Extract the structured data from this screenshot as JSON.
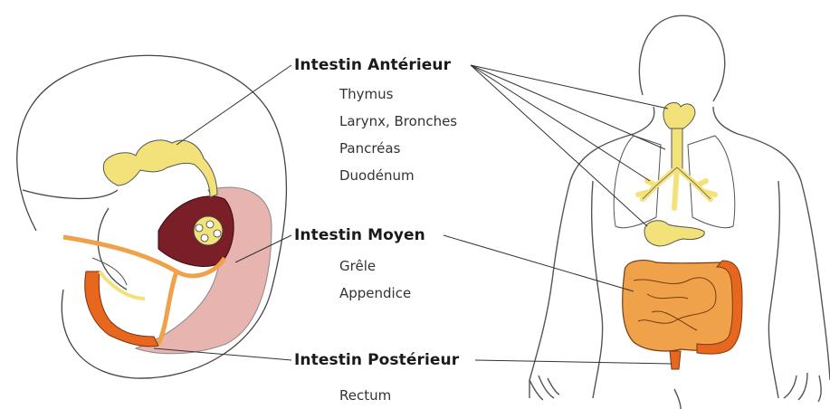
{
  "groups": [
    {
      "title": "Intestin Antérieur",
      "items": [
        "Thymus",
        "Larynx, Bronches",
        "Pancréas",
        "Duodénum"
      ]
    },
    {
      "title": "Intestin Moyen",
      "items": [
        "Grêle",
        "Appendice"
      ]
    },
    {
      "title": "Intestin Postérieur",
      "items": [
        "Rectum"
      ]
    }
  ],
  "colors": {
    "foregut": "#f3e27a",
    "midgut": "#f0a24a",
    "hindgut": "#e8671f",
    "mesentery": "#7a1e28",
    "wall": "#e8b4b0",
    "outline": "#444444"
  }
}
